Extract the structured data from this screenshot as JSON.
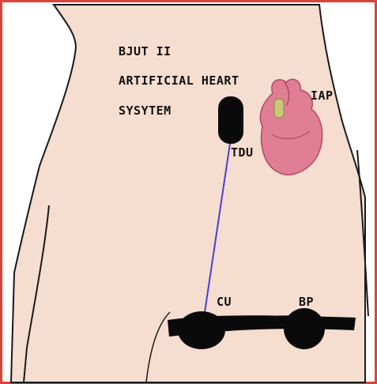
{
  "title_lines": [
    "BJUT II",
    "ARTIFICIAL HEART",
    "SYSYTEM"
  ],
  "labels": {
    "tdu": "TDU",
    "iap": "IAP",
    "cu": "CU",
    "bp": "BP"
  },
  "colors": {
    "frame": "#d9443a",
    "skin": "#f5ddd0",
    "outline": "#1a1a1a",
    "cable": "#4b3fd0",
    "device": "#0a0a0a",
    "heart": "#e07e95",
    "heart_dark": "#b24a66",
    "graft": "#c9c77a"
  }
}
